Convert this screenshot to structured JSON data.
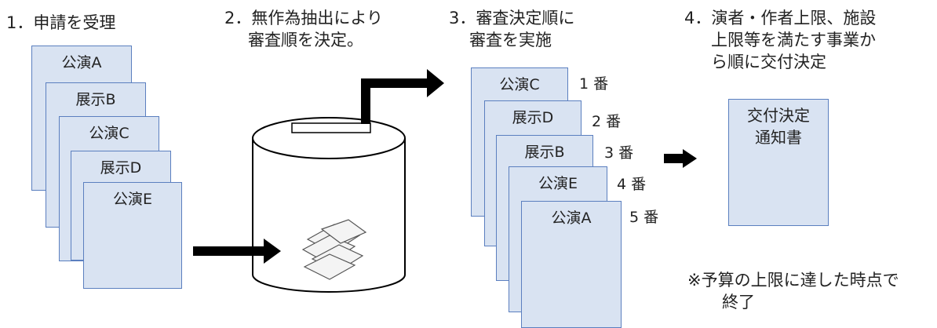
{
  "steps": {
    "s1": "1．申請を受理",
    "s2_line1": "2．無作為抽出により",
    "s2_line2": "審査順を決定。",
    "s3_line1": "3．審査決定順に",
    "s3_line2": "審査を実施",
    "s4_line1": "4．演者・作者上限、施設",
    "s4_line2": "上限等を満たす事業か",
    "s4_line3": "ら順に交付決定"
  },
  "applications": [
    "公演A",
    "展示B",
    "公演C",
    "展示D",
    "公演E"
  ],
  "review_order": [
    {
      "name": "公演C",
      "rank": "1 番"
    },
    {
      "name": "展示D",
      "rank": "2 番"
    },
    {
      "name": "展示B",
      "rank": "3 番"
    },
    {
      "name": "公演E",
      "rank": "4 番"
    },
    {
      "name": "公演A",
      "rank": "5 番"
    }
  ],
  "notice": {
    "line1": "交付決定",
    "line2": "通知書"
  },
  "footnote": {
    "line1": "※予算の上限に達した時点で",
    "line2": "終了"
  },
  "colors": {
    "card_fill": "#d9e3f2",
    "card_border": "#5b7fbf",
    "arrow": "#000000"
  }
}
